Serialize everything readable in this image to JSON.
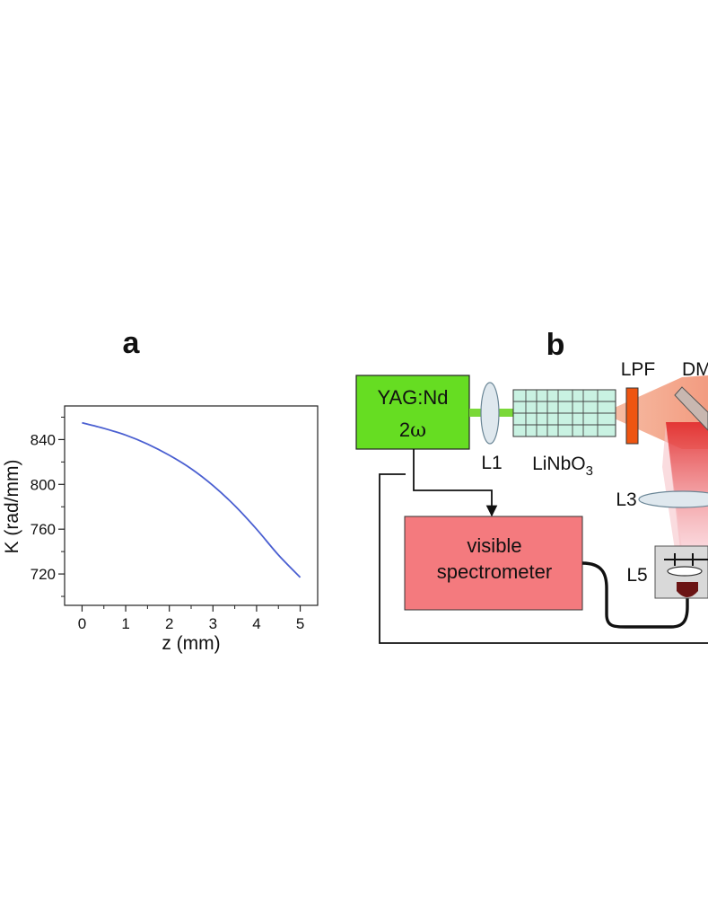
{
  "panel_a": {
    "letter": "a",
    "chart_data": {
      "type": "line",
      "title": "",
      "xlabel": "z (mm)",
      "ylabel": "K (rad/mm)",
      "xlim": [
        -0.4,
        5.4
      ],
      "ylim": [
        692,
        870
      ],
      "xticks": [
        0,
        1,
        2,
        3,
        4,
        5
      ],
      "yticks": [
        720,
        760,
        800,
        840
      ],
      "grid": false,
      "color": "#4a5fd1",
      "series": [
        {
          "x": [
            0,
            0.5,
            1,
            1.5,
            2,
            2.5,
            3,
            3.5,
            4,
            4.5,
            5
          ],
          "values": [
            855,
            850,
            844,
            836,
            826,
            814,
            799,
            781,
            760,
            737,
            717
          ]
        }
      ]
    }
  },
  "panel_b": {
    "letter": "b",
    "laser": {
      "line1": "YAG:Nd",
      "line2": "2",
      "omega": "ω",
      "color": "#66dd22"
    },
    "lens_l1": "L1",
    "crystal": {
      "base": "LiNbO",
      "sub": "3",
      "color": "#c9f2e2"
    },
    "lpf": {
      "label": "LPF",
      "color": "#ee5511"
    },
    "dm": "DM",
    "lens_l3": "L3",
    "spectrometer": {
      "line1": "visible",
      "line2": "spectrometer",
      "color": "#f47a7e"
    },
    "lens_l5": "L5",
    "colors": {
      "beam_green": "#7ad838",
      "beam_red": "#e83a3a",
      "beam_peach": "#f3a887",
      "lens_fill": "#dfe8ee",
      "detector_box": "#d9d9d9",
      "detector_tip": "#6b1414"
    }
  }
}
